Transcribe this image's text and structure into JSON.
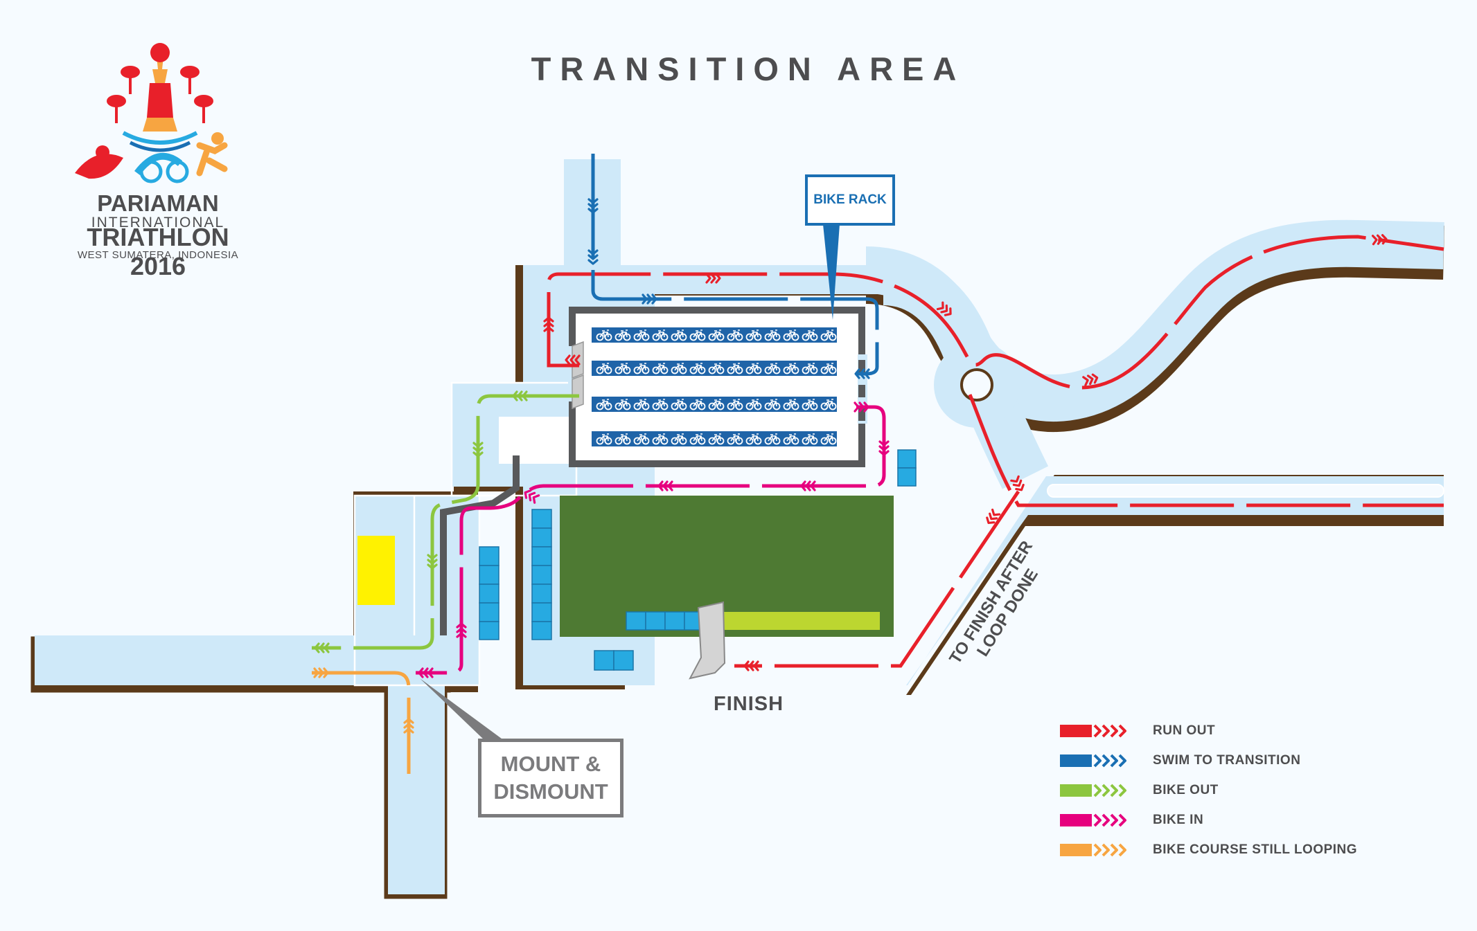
{
  "title": "TRANSITION AREA",
  "logo": {
    "name": "PARIAMAN",
    "subtitle": "INTERNATIONAL",
    "event": "TRIATHLON 2016",
    "location": "WEST SUMATERA, INDONESIA"
  },
  "labels": {
    "bike_rack": "BIKE RACK",
    "mount_line1": "MOUNT &",
    "mount_line2": "DISMOUNT",
    "finish": "FINISH",
    "to_finish_line1": "TO FINISH AFTER",
    "to_finish_line2": "LOOP DONE"
  },
  "legend": [
    {
      "label": "RUN OUT",
      "color": "#e8202a"
    },
    {
      "label": "SWIM TO TRANSITION",
      "color": "#1a6fb3"
    },
    {
      "label": "BIKE OUT",
      "color": "#8cc63f"
    },
    {
      "label": "BIKE IN",
      "color": "#e6007e"
    },
    {
      "label": "BIKE COURSE STILL LOOPING",
      "color": "#f7a541"
    }
  ],
  "colors": {
    "road": "#cfe9f9",
    "road_edge": "#5b3a1a",
    "grass": "#4e7a33",
    "rack_row": "#1f64a8",
    "fence": "#58595b",
    "yellow_block": "#fff200",
    "green_bar": "#bcd630",
    "cyan_block": "#27aae1"
  },
  "icons": {
    "bike": "bicycle-icon",
    "chevron": "chevron-right-icon"
  }
}
